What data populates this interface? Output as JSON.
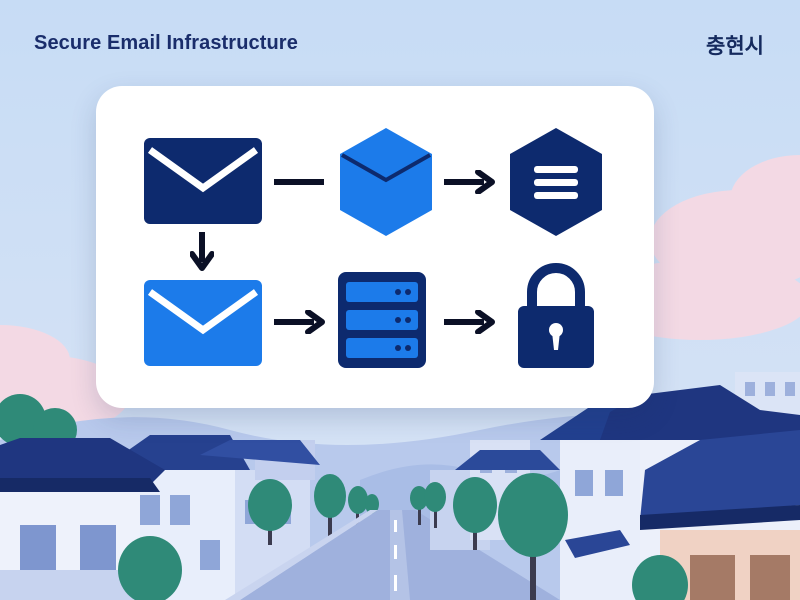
{
  "header": {
    "title": "Secure Email Infrastructure",
    "city_name": "충현시"
  },
  "diagram": {
    "nodes": [
      {
        "id": "email-outgoing",
        "icon": "envelope-icon",
        "color": "#0d2a6e"
      },
      {
        "id": "relay-cube",
        "icon": "cube-icon",
        "color": "#1c7bea"
      },
      {
        "id": "filter-hexagon",
        "icon": "hexagon-menu-icon",
        "color": "#0d2a6e"
      },
      {
        "id": "email-incoming",
        "icon": "envelope-icon",
        "color": "#1c7bea"
      },
      {
        "id": "mail-server",
        "icon": "server-rack-icon",
        "color": "#0d2a6e"
      },
      {
        "id": "secure-storage",
        "icon": "padlock-icon",
        "color": "#0d2a6e"
      }
    ],
    "connections": [
      {
        "from": "email-outgoing",
        "to": "relay-cube",
        "style": "line"
      },
      {
        "from": "relay-cube",
        "to": "filter-hexagon",
        "style": "arrow"
      },
      {
        "from": "email-outgoing",
        "to": "email-incoming",
        "style": "arrow"
      },
      {
        "from": "email-incoming",
        "to": "mail-server",
        "style": "arrow"
      },
      {
        "from": "mail-server",
        "to": "secure-storage",
        "style": "arrow"
      }
    ]
  },
  "colors": {
    "sky": "#c9ddf4",
    "navy": "#0d2a6e",
    "blue": "#1c7bea",
    "accent_text": "#1a2d6b"
  }
}
